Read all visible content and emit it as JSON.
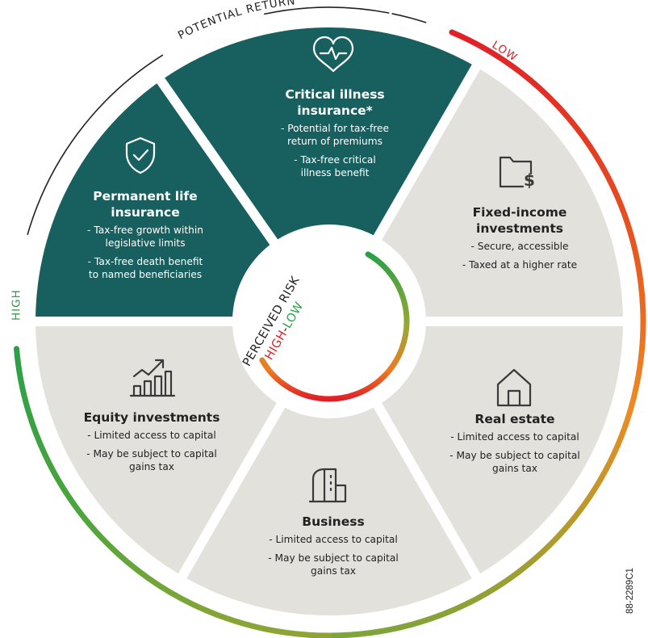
{
  "ring": {
    "potential_return": "POTENTIAL RETURN",
    "low": "LOW",
    "high": "HIGH"
  },
  "center": {
    "perceived_risk": "PERCEIVED RISK",
    "high": "HIGH",
    "separator": "-",
    "low": "LOW"
  },
  "segments": [
    {
      "id": "critical-illness",
      "icon": "heart-pulse-icon",
      "title": [
        "Critical illness",
        "insurance*"
      ],
      "bullets": [
        [
          "- Potential for tax-free",
          "return of premiums"
        ],
        [
          "- Tax-free critical",
          "illness benefit"
        ]
      ]
    },
    {
      "id": "fixed-income",
      "icon": "folder-dollar-icon",
      "title": [
        "Fixed-income",
        "investments"
      ],
      "bullets": [
        [
          "- Secure, accessible"
        ],
        [
          "- Taxed at a higher rate"
        ]
      ]
    },
    {
      "id": "real-estate",
      "icon": "house-icon",
      "title": [
        "Real estate"
      ],
      "bullets": [
        [
          "- Limited access to capital"
        ],
        [
          "- May be subject to capital",
          "gains tax"
        ]
      ]
    },
    {
      "id": "business",
      "icon": "buildings-icon",
      "title": [
        "Business"
      ],
      "bullets": [
        [
          "- Limited access to capital"
        ],
        [
          "- May be subject to capital",
          "gains tax"
        ]
      ]
    },
    {
      "id": "equity",
      "icon": "growth-chart-icon",
      "title": [
        "Equity investments"
      ],
      "bullets": [
        [
          "- Limited access to capital"
        ],
        [
          "- May be subject to capital",
          "gains tax"
        ]
      ]
    },
    {
      "id": "permanent-life",
      "icon": "shield-check-icon",
      "title": [
        "Permanent life",
        "insurance"
      ],
      "bullets": [
        [
          "- Tax-free growth within",
          "legislative limits"
        ],
        [
          "- Tax-free death benefit",
          "to named beneficiaries"
        ]
      ]
    }
  ],
  "colors": {
    "teal": "#17605f",
    "grey": "#e2e1dc",
    "green": "#2aa046",
    "olive": "#9aa833",
    "orange": "#ee7b22",
    "red": "#e02028",
    "icon_dark": "#3a3a3a"
  },
  "code": "88-2289C1"
}
